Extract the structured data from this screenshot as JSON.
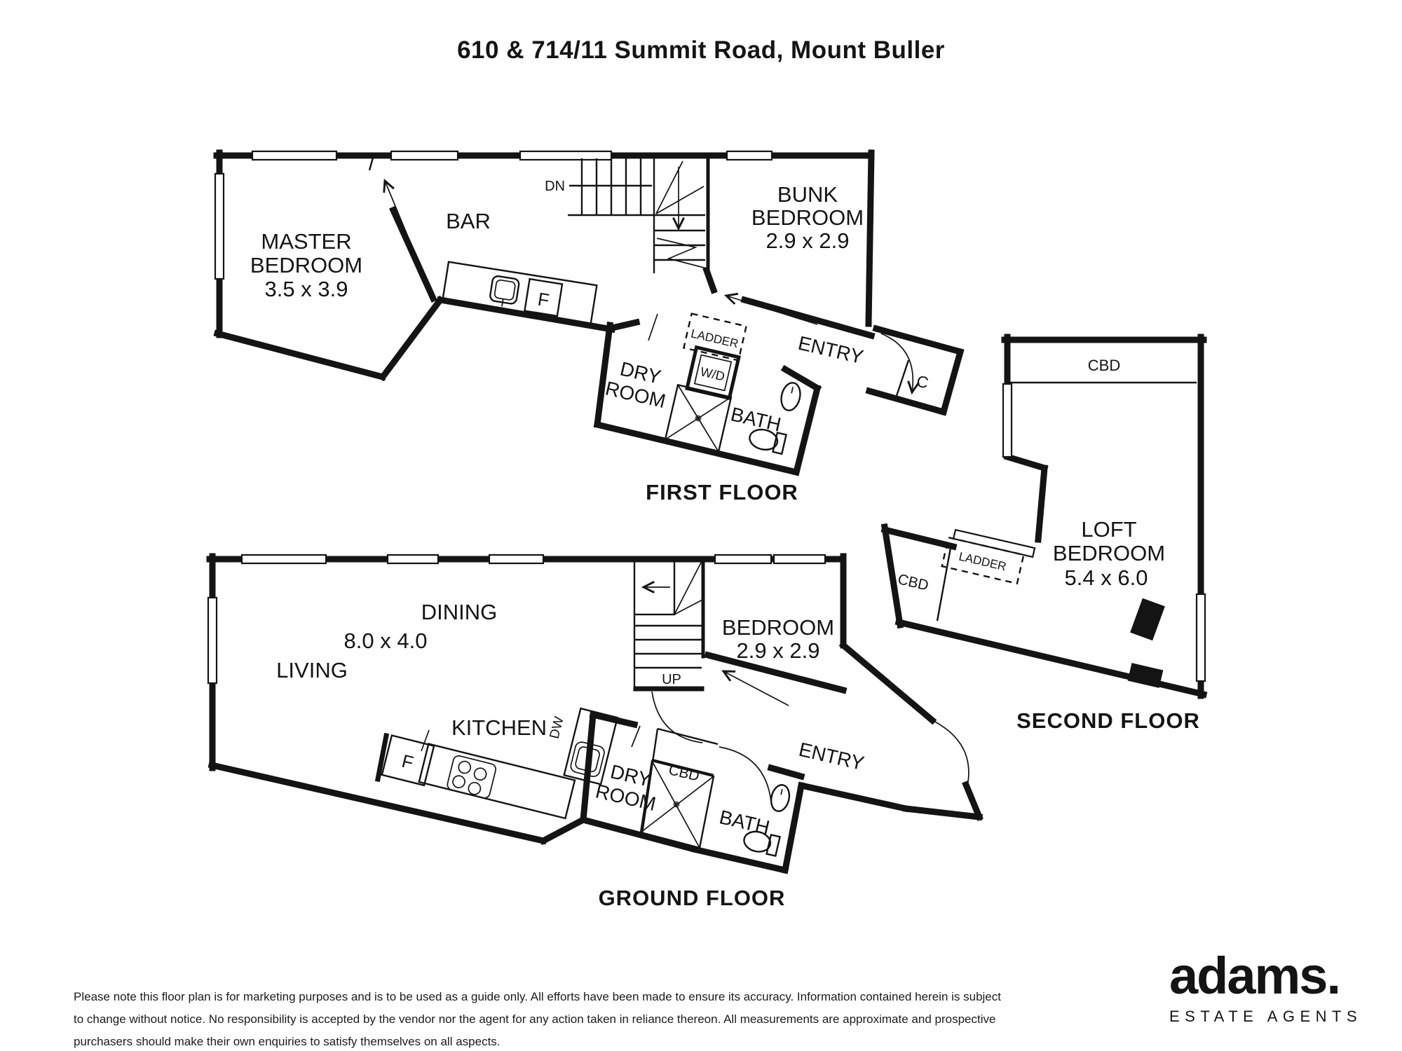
{
  "title": "610 & 714/11 Summit Road, Mount Buller",
  "first_floor": {
    "label": "FIRST FLOOR",
    "master_bedroom": {
      "l1": "MASTER",
      "l2": "BEDROOM",
      "dims": "3.5 x 3.9"
    },
    "bar": "BAR",
    "stairs": "DN",
    "bunk_bedroom": {
      "l1": "BUNK",
      "l2": "BEDROOM",
      "dims": "2.9 x 2.9"
    },
    "dry_room": {
      "l1": "DRY",
      "l2": "ROOM"
    },
    "ladder": "LADDER",
    "wd": "W/D",
    "bath": "BATH",
    "entry": "ENTRY",
    "closet": "C",
    "fridge": "F"
  },
  "second_floor": {
    "label": "SECOND FLOOR",
    "cbd_top": "CBD",
    "cbd_left": "CBD",
    "ladder": "LADDER",
    "loft_bedroom": {
      "l1": "LOFT",
      "l2": "BEDROOM",
      "dims": "5.4 x 6.0"
    }
  },
  "ground_floor": {
    "label": "GROUND FLOOR",
    "living": "LIVING",
    "dining": "DINING",
    "dining_dims": "8.0 x 4.0",
    "kitchen": "KITCHEN",
    "dishwasher": "DW",
    "fridge": "F",
    "stairs": "UP",
    "bedroom": {
      "l1": "BEDROOM",
      "dims": "2.9 x 2.9"
    },
    "dry_room": {
      "l1": "DRY",
      "l2": "ROOM"
    },
    "cbd": "CBD",
    "bath": "BATH",
    "entry": "ENTRY"
  },
  "disclaimer": {
    "line1": "Please note this floor plan is for marketing purposes and is to be used as a guide only. All efforts have been made to ensure its accuracy. Information contained herein is subject",
    "line2": "to change without notice. No responsibility is accepted by the vendor nor the agent for any action taken in reliance thereon. All measurements are approximate and prospective",
    "line3": "purchasers should make their own enquiries to satisfy themselves on all aspects."
  },
  "agency": {
    "brand": "adams.",
    "tagline": "ESTATE AGENTS"
  },
  "colors": {
    "ink": "#141414",
    "background": "#ffffff"
  }
}
